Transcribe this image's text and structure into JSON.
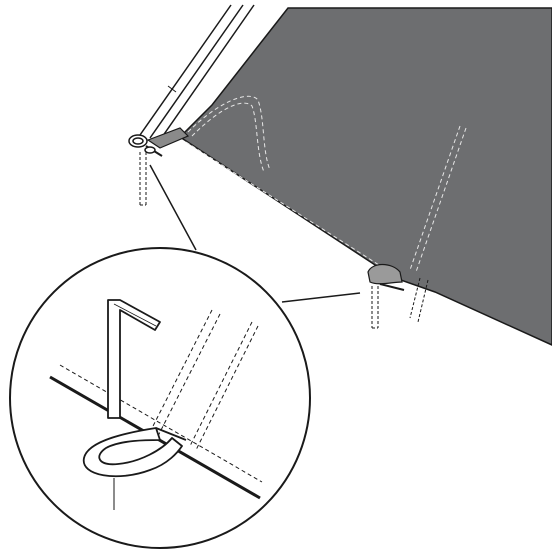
{
  "figure": {
    "description_visible_text": "",
    "colors": {
      "tent_fabric": "#6d6e70",
      "line": "#1a1a1a",
      "background": "#ffffff",
      "peg_fill": "#d9d9d9",
      "loop_fill": "#9a9a9a"
    },
    "icons": [
      "tent-pole",
      "tent-fabric",
      "stake-loop",
      "tent-peg",
      "detail-magnifier-circle"
    ]
  }
}
